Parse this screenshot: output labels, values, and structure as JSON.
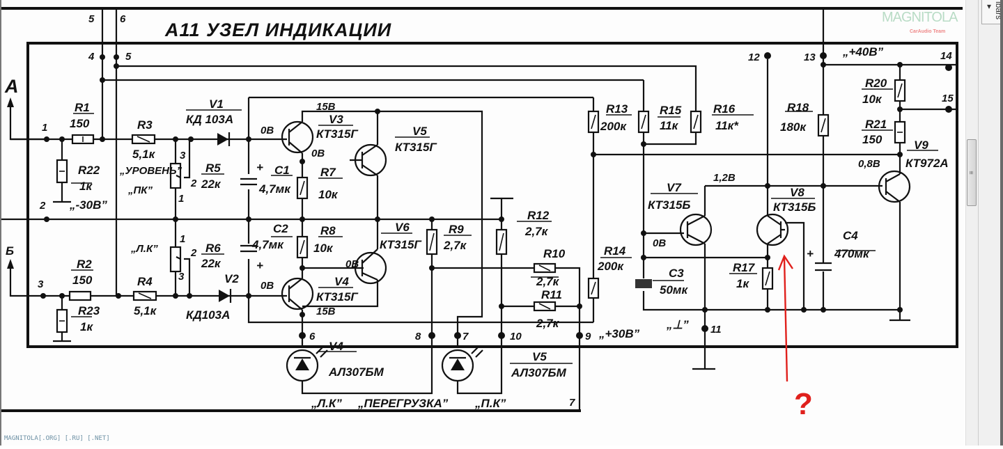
{
  "diagram": {
    "title": "A11 УЗЕЛ ИНДИКАЦИИ",
    "inputs": {
      "a": "A",
      "b": "Б"
    },
    "pins": {
      "p1": "1",
      "p2": "2",
      "p3": "3",
      "p4": "4",
      "p5top": "5",
      "p5": "5",
      "p6top": "6",
      "p6": "6",
      "p7": "7",
      "p7b": "7",
      "p8": "8",
      "p9": "9",
      "p10": "10",
      "p11": "11",
      "p12": "12",
      "p13": "13",
      "p14": "14",
      "p15": "15"
    },
    "components": {
      "r1": {
        "name": "R1",
        "value": "150"
      },
      "r2": {
        "name": "R2",
        "value": "150"
      },
      "r3": {
        "name": "R3",
        "value": "5,1к"
      },
      "r4": {
        "name": "R4",
        "value": "5,1к"
      },
      "r5": {
        "name": "R5",
        "value": "22к"
      },
      "r6": {
        "name": "R6",
        "value": "22к"
      },
      "r7": {
        "name": "R7",
        "value": "10к"
      },
      "r8": {
        "name": "R8",
        "value": "10к"
      },
      "r9": {
        "name": "R9",
        "value": "2,7к"
      },
      "r10": {
        "name": "R10",
        "value": "2,7к"
      },
      "r11": {
        "name": "R11",
        "value": "2,7к"
      },
      "r12": {
        "name": "R12",
        "value": "2,7к"
      },
      "r13": {
        "name": "R13",
        "value": "200к"
      },
      "r14": {
        "name": "R14",
        "value": "200к"
      },
      "r15": {
        "name": "R15",
        "value": "11к"
      },
      "r16": {
        "name": "R16",
        "value": "11к*"
      },
      "r17": {
        "name": "R17",
        "value": "1к"
      },
      "r18": {
        "name": "R18",
        "value": "180к"
      },
      "r20": {
        "name": "R20",
        "value": "10к"
      },
      "r21": {
        "name": "R21",
        "value": "150"
      },
      "r22": {
        "name": "R22",
        "value": "1к"
      },
      "r23": {
        "name": "R23",
        "value": "1к"
      },
      "c1": {
        "name": "C1",
        "value": "4,7мк"
      },
      "c2": {
        "name": "C2",
        "value": "4,7мк"
      },
      "c3": {
        "name": "C3",
        "value": "50мк"
      },
      "c4": {
        "name": "C4",
        "value": "470мк"
      },
      "v1": {
        "name": "V1",
        "value": "КД 103А"
      },
      "v2": {
        "name": "V2",
        "value": "КД103А"
      },
      "v3": {
        "name": "V3",
        "value": "КТ315Г"
      },
      "v4": {
        "name": "V4",
        "value": "КТ315Г"
      },
      "v5": {
        "name": "V5",
        "value": "КТ315Г"
      },
      "v6": {
        "name": "V6",
        "value": "КТ315Г"
      },
      "v7": {
        "name": "V7",
        "value": "КТ315Б"
      },
      "v8": {
        "name": "V8",
        "value": "КТ315Б"
      },
      "v9": {
        "name": "V9",
        "value": "КТ972А"
      },
      "led4": {
        "name": "V4",
        "value": "АЛ307БМ"
      },
      "led5": {
        "name": "V5",
        "value": "АЛ307БМ"
      }
    },
    "voltages": {
      "v3_base": "0В",
      "v3_emitter": "0В",
      "v3_collector": "15В",
      "v4_base": "0В",
      "v4_collector": "15В",
      "v6_base": "0В",
      "v7_base": "0В",
      "v7_collector": "1,2В",
      "v9_base": "0,8В",
      "minus30": "„-30В”",
      "plus30": "„+30В”",
      "plus40": "„+40В”",
      "ground": "„⊥”"
    },
    "labels": {
      "level": "„УРОВЕНЬ”",
      "pk": "„ПК”",
      "lk": "„Л.К”",
      "pot_a": [
        "3",
        "2",
        "1"
      ],
      "pot_b": [
        "1",
        "2",
        "3"
      ],
      "plus": "+",
      "bottom_lk": "„Л.К”",
      "overload": "„ПЕРЕГРУЗКА”",
      "bottom_pk": "„П.К”"
    },
    "annotation": {
      "question": "?",
      "color": "#e0201c"
    }
  },
  "watermark": {
    "main": "MAGNITOLA",
    "sub": "CarAudio Team"
  },
  "footer": "MAGNITOLA[.ORG] [.RU] [.NET]",
  "side_panel": {
    "tab_label": "lbars ▾"
  },
  "scrollbar": {
    "grip": "≡"
  }
}
